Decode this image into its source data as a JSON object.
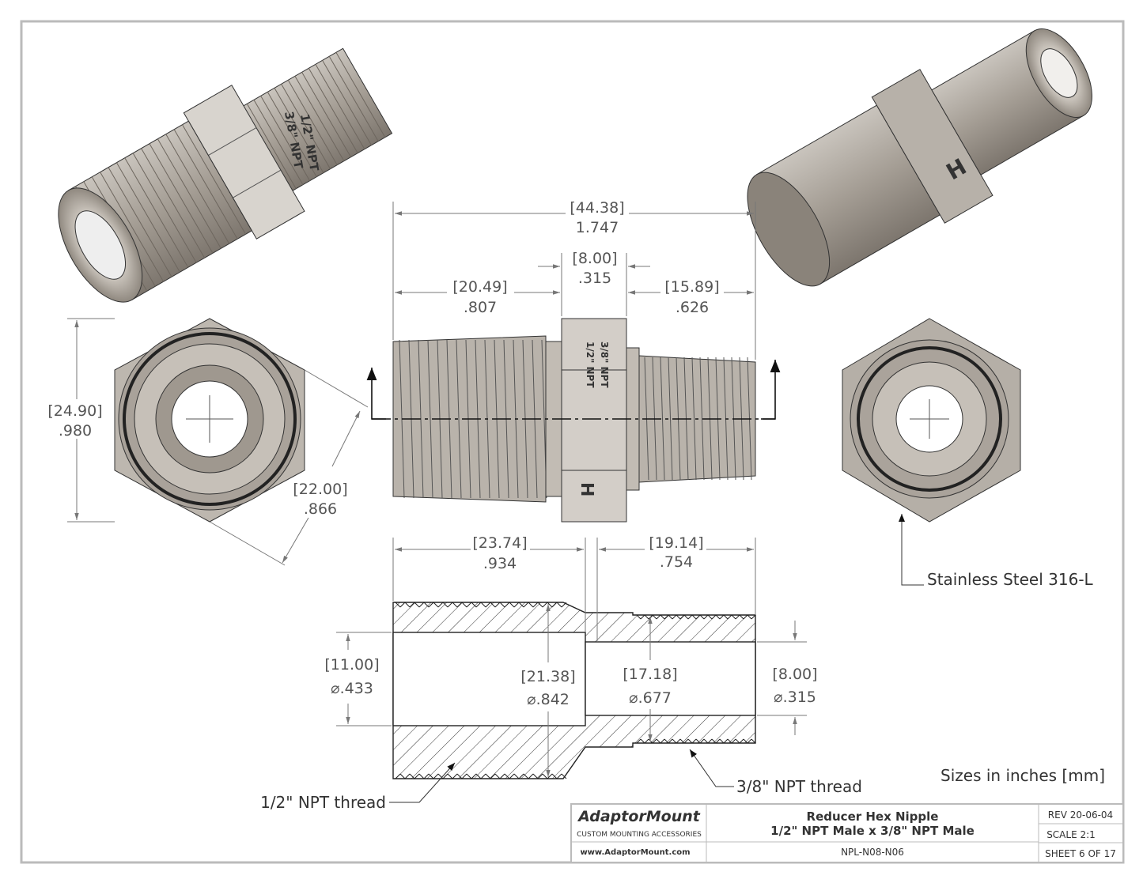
{
  "dimensions": {
    "overall_length": {
      "mm": "[44.38]",
      "in": "1.747"
    },
    "hex_width": {
      "mm": "[8.00]",
      "in": ".315"
    },
    "left_thread_length": {
      "mm": "[20.49]",
      "in": ".807"
    },
    "right_thread_length": {
      "mm": "[15.89]",
      "in": ".626"
    },
    "hex_corner": {
      "mm": "[24.90]",
      "in": ".980"
    },
    "hex_flat": {
      "mm": "[22.00]",
      "in": ".866"
    },
    "left_bore_depth": {
      "mm": "[23.74]",
      "in": ".934"
    },
    "right_bore_depth": {
      "mm": "[19.14]",
      "in": ".754"
    },
    "left_bore_dia": {
      "mm": "[11.00]",
      "in": "⌀.433"
    },
    "left_thread_dia": {
      "mm": "[21.38]",
      "in": "⌀.842"
    },
    "right_thread_dia": {
      "mm": "[17.18]",
      "in": "⌀.677"
    },
    "right_bore_dia": {
      "mm": "[8.00]",
      "in": "⌀.315"
    }
  },
  "callouts": {
    "half_thread": "1/2\" NPT thread",
    "three_eighths_thread": "3/8\" NPT thread",
    "material": "Stainless Steel 316-L",
    "units_note": "Sizes in inches [mm]"
  },
  "part_markings": {
    "line1": "1/2\" NPT",
    "line2": "3/8\" NPT"
  },
  "title_block": {
    "company": "AdaptorMount",
    "tagline": "CUSTOM MOUNTING ACCESSORIES",
    "website": "www.AdaptorMount.com",
    "title_line1": "Reducer Hex Nipple",
    "title_line2": "1/2\" NPT Male x 3/8\" NPT Male",
    "part_number": "NPL-N08-N06",
    "revision": "REV 20-06-04",
    "scale": "SCALE 2:1",
    "sheet": "SHEET 6 OF 17"
  }
}
